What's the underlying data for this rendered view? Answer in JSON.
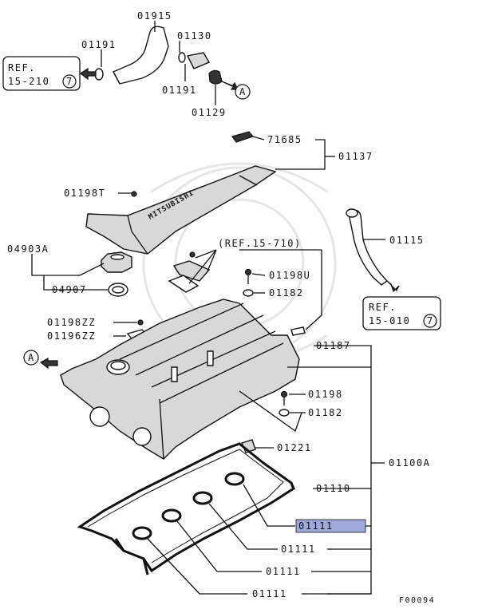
{
  "diagram": {
    "figure_code": "F00094",
    "colors": {
      "highlight": "#9fa8da",
      "line": "#111111"
    },
    "labels": {
      "p01915": "01915",
      "p01191_top": "01191",
      "p01130": "01130",
      "p01191_mid": "01191",
      "p01129": "01129",
      "p71685": "71685",
      "p01137": "01137",
      "p01198T": "01198T",
      "p01115": "01115",
      "p04903A": "04903A",
      "ref15710": "(REF.15-710)",
      "p04907": "04907",
      "p01198U": "01198U",
      "p01182_top": "01182",
      "p01198ZZ": "01198ZZ",
      "p01196ZZ": "01196ZZ",
      "p01187": "01187",
      "p01198": "01198",
      "p01182_bot": "01182",
      "p01221": "01221",
      "p01100A": "01100A",
      "p01110": "01110",
      "p01111_hl": "01111",
      "p01111_a": "01111",
      "p01111_b": "01111",
      "p01111_c": "01111"
    },
    "refs": {
      "left": {
        "line1": "REF.",
        "line2": "15-210",
        "circle": "7"
      },
      "right": {
        "line1": "REF.",
        "line2": "15-010",
        "circle": "7"
      }
    },
    "callouts": {
      "top": "A",
      "left": "A"
    },
    "cover_brand": "MITSUBISHI"
  }
}
